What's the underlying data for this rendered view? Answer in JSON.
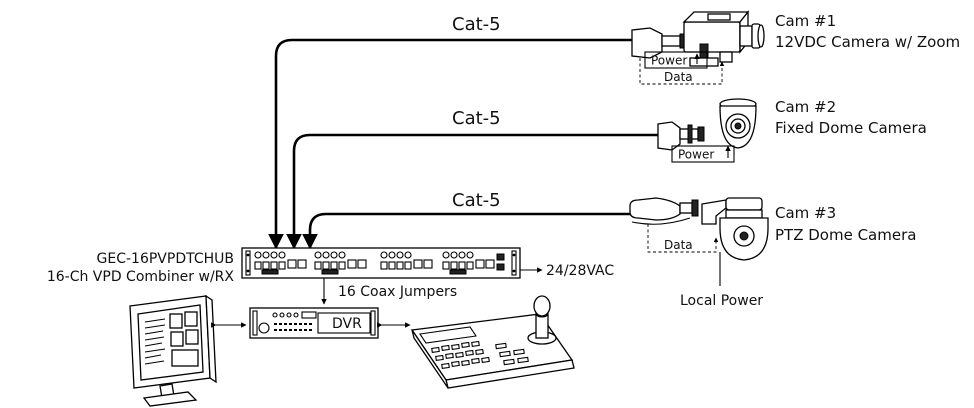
{
  "cables": {
    "cable_1_label": "Cat-5",
    "cable_2_label": "Cat-5",
    "cable_3_label": "Cat-5"
  },
  "cameras": [
    {
      "name": "Cam #1",
      "desc": "12VDC Camera w/ Zoom",
      "power_label": "Power",
      "data_label": "Data"
    },
    {
      "name": "Cam #2",
      "desc": "Fixed Dome Camera",
      "power_label": "Power"
    },
    {
      "name": "Cam #3",
      "desc": "PTZ Dome Camera",
      "data_label": "Data",
      "local_power_label": "Local Power"
    }
  ],
  "hub": {
    "model": "GEC-16PVPDTCHUB",
    "desc": "16-Ch VPD Combiner w/RX",
    "supply_label": "24/28VAC",
    "jumpers_label": "16 Coax Jumpers"
  },
  "dvr": {
    "label": "DVR"
  },
  "icons": [
    "monitor-icon",
    "dvr-icon",
    "ptz-keyboard-icon",
    "box-camera-icon",
    "dome-camera-icon",
    "ptz-dome-camera-icon",
    "balun-icon",
    "hub-rack-icon"
  ]
}
